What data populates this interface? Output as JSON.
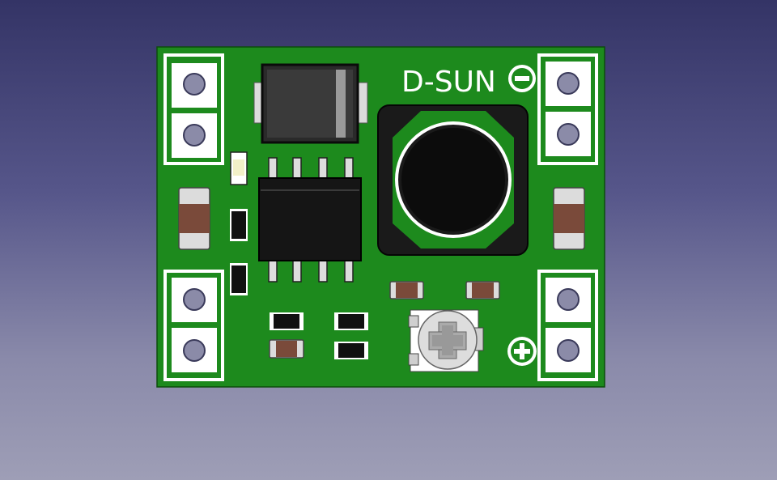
{
  "board": {
    "silkscreen_label": "D-SUN",
    "colors": {
      "background_top": "#343466",
      "background_bottom": "#9e9eb6",
      "pcb": "#1d8a1d",
      "silkscreen": "#ffffff",
      "pad": "#8b8ba8",
      "ic_body": "#111111",
      "resistor_body": "#7a4a3a",
      "pin": "#d9d9d9"
    },
    "terminals": [
      {
        "name": "top-left-terminal",
        "polarity": ""
      },
      {
        "name": "bottom-left-terminal",
        "polarity": ""
      },
      {
        "name": "top-right-terminal",
        "polarity": "negative"
      },
      {
        "name": "bottom-right-terminal",
        "polarity": "positive"
      }
    ],
    "icons": [
      "minus-circle-icon",
      "plus-circle-icon"
    ]
  }
}
